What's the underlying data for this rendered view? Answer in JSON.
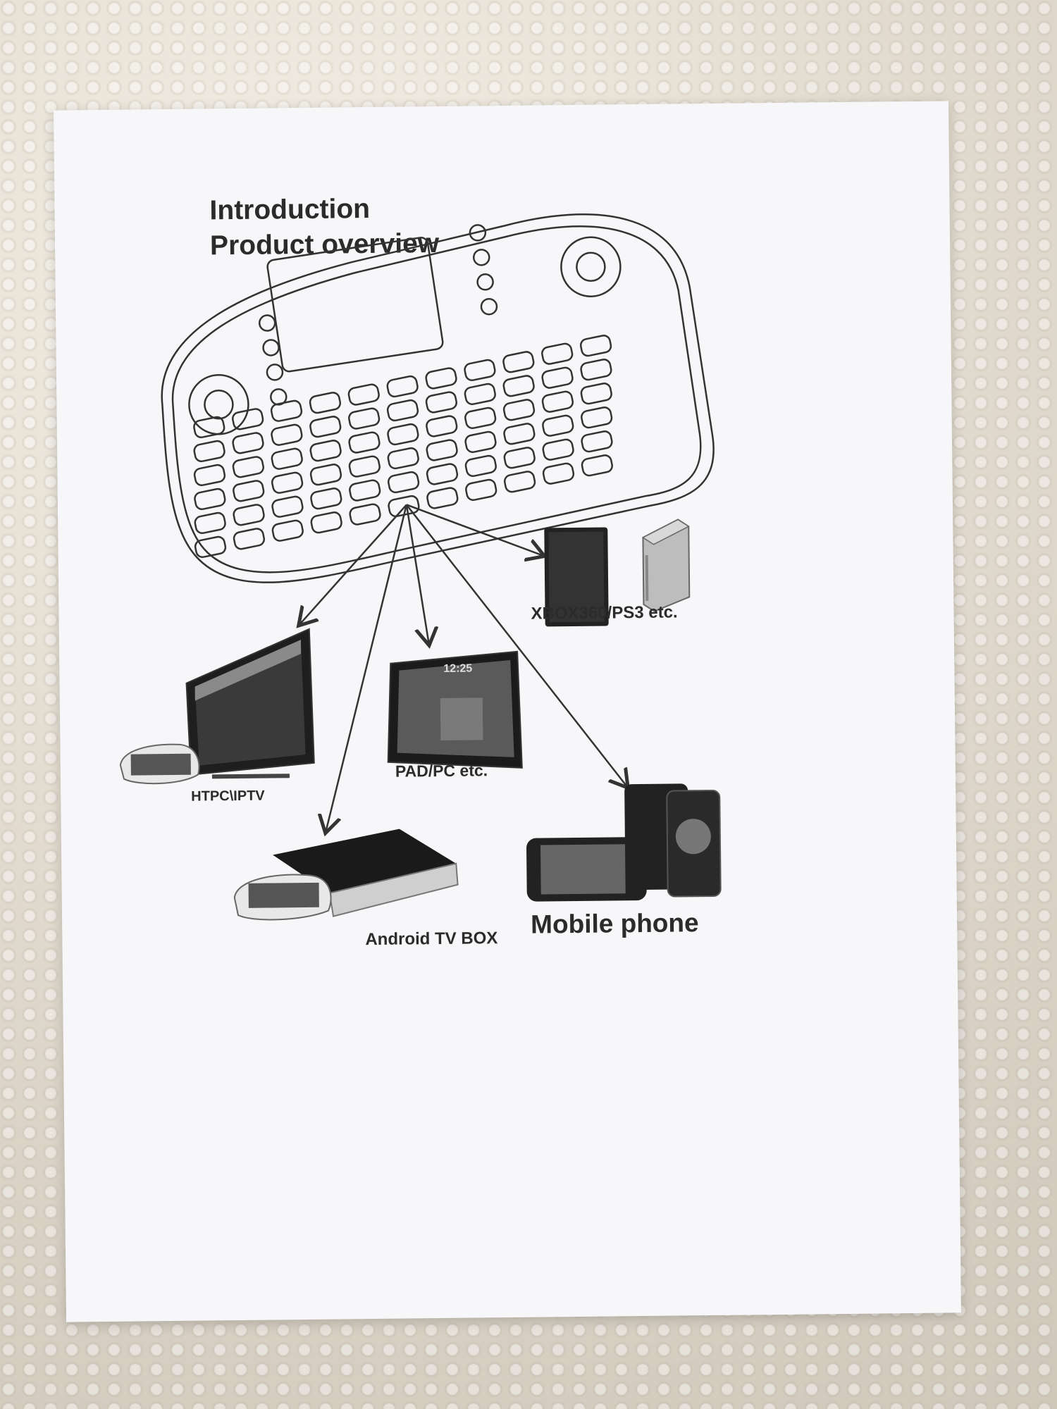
{
  "page": {
    "heading_line1": "Introduction",
    "heading_line2": "Product overview"
  },
  "devices": {
    "console": "XBOX360/PS3 etc.",
    "htpc": "HTPC\\IPTV",
    "tablet": "PAD/PC etc.",
    "tablet_clock": "12:25",
    "tvbox": "Android TV BOX",
    "phone": "Mobile phone"
  },
  "colors": {
    "paper": "#f7f7f9",
    "ink": "#2b2b2b",
    "background": "#ddd6ca"
  }
}
